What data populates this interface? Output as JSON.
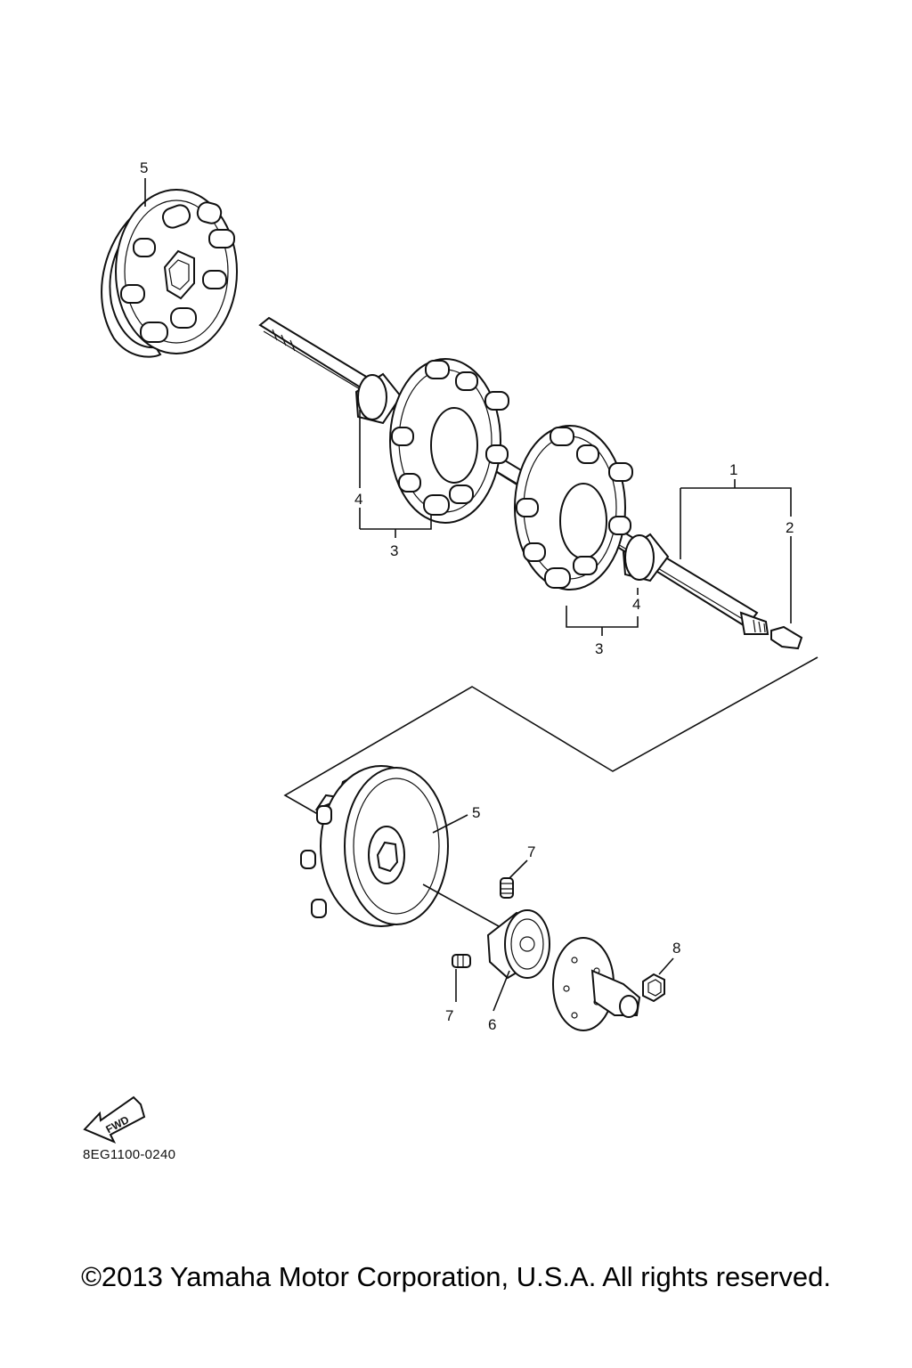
{
  "callouts": {
    "c1": "1",
    "c2": "2",
    "c3a": "3",
    "c3b": "3",
    "c4a": "4",
    "c4b": "4",
    "c5a": "5",
    "c5b": "5",
    "c6": "6",
    "c7a": "7",
    "c7b": "7",
    "c8": "8"
  },
  "fwd_badge": "FWD",
  "diagram_code": "8EG1100-0240",
  "copyright": "©2013 Yamaha Motor Corporation, U.S.A. All rights reserved."
}
